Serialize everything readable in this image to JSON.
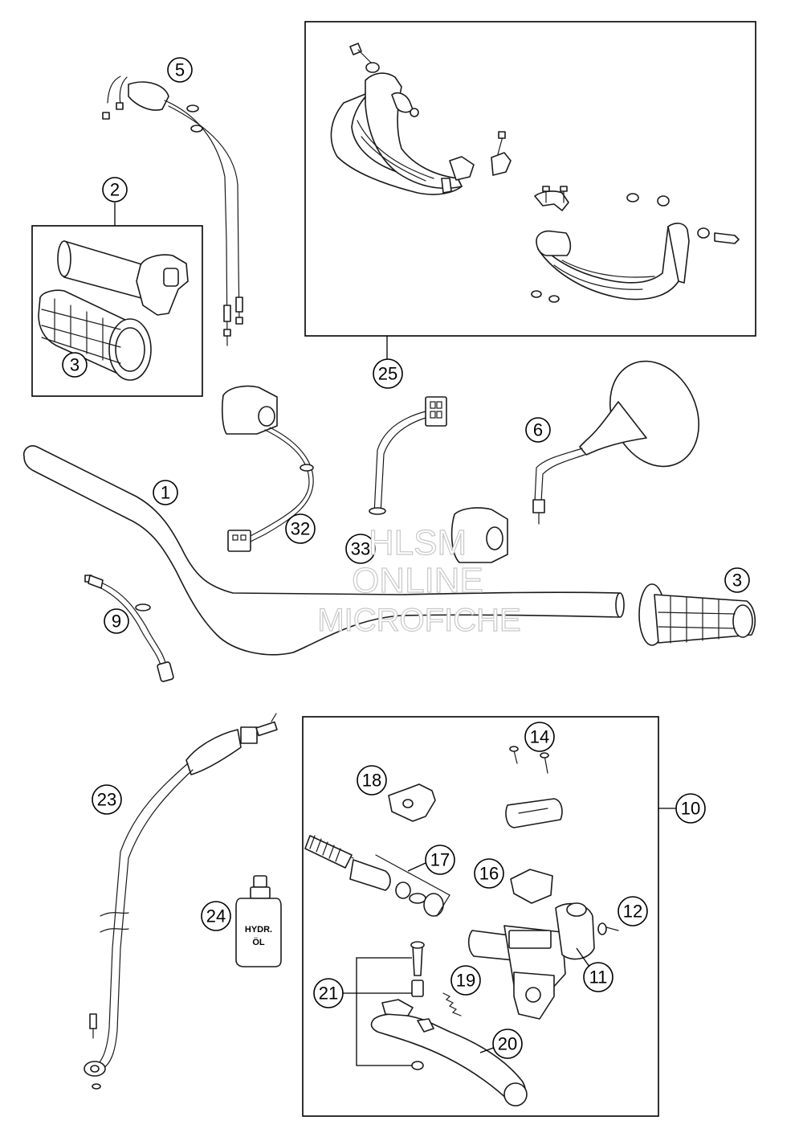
{
  "callouts": {
    "c1": "1",
    "c2": "2",
    "c3a": "3",
    "c3b": "3",
    "c5": "5",
    "c6": "6",
    "c9": "9",
    "c10": "10",
    "c11": "11",
    "c12": "12",
    "c14": "14",
    "c16": "16",
    "c17": "17",
    "c18": "18",
    "c19": "19",
    "c20": "20",
    "c21": "21",
    "c23": "23",
    "c24": "24",
    "c25": "25",
    "c32": "32",
    "c33": "33"
  },
  "oil_bottle": {
    "line1": "HYDR.",
    "line2": "ÖL"
  },
  "watermark": {
    "line1": "HLSM",
    "line2": "ONLINE",
    "line3": "MICROFICHE"
  }
}
